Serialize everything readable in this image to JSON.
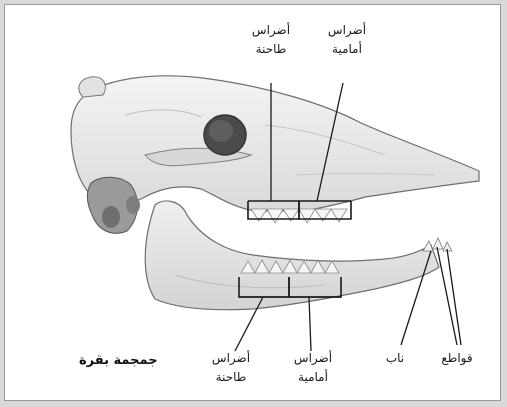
{
  "caption": "جمجمة بقرة",
  "labels": {
    "upper_molars": {
      "line1": "أضراس",
      "line2": "طاحنة"
    },
    "upper_premolars": {
      "line1": "أضراس",
      "line2": "أمامية"
    },
    "lower_molars": {
      "line1": "أضراس",
      "line2": "طاحنة"
    },
    "lower_premolars": {
      "line1": "أضراس",
      "line2": "أمامية"
    },
    "canine": "ناب",
    "incisors": "قواطع"
  },
  "colors": {
    "bone": "#ececec",
    "bone_shade": "#c9c9c9",
    "outline": "#6e6e6e",
    "leader": "#1a1a1a",
    "text": "#1a1a1a"
  }
}
